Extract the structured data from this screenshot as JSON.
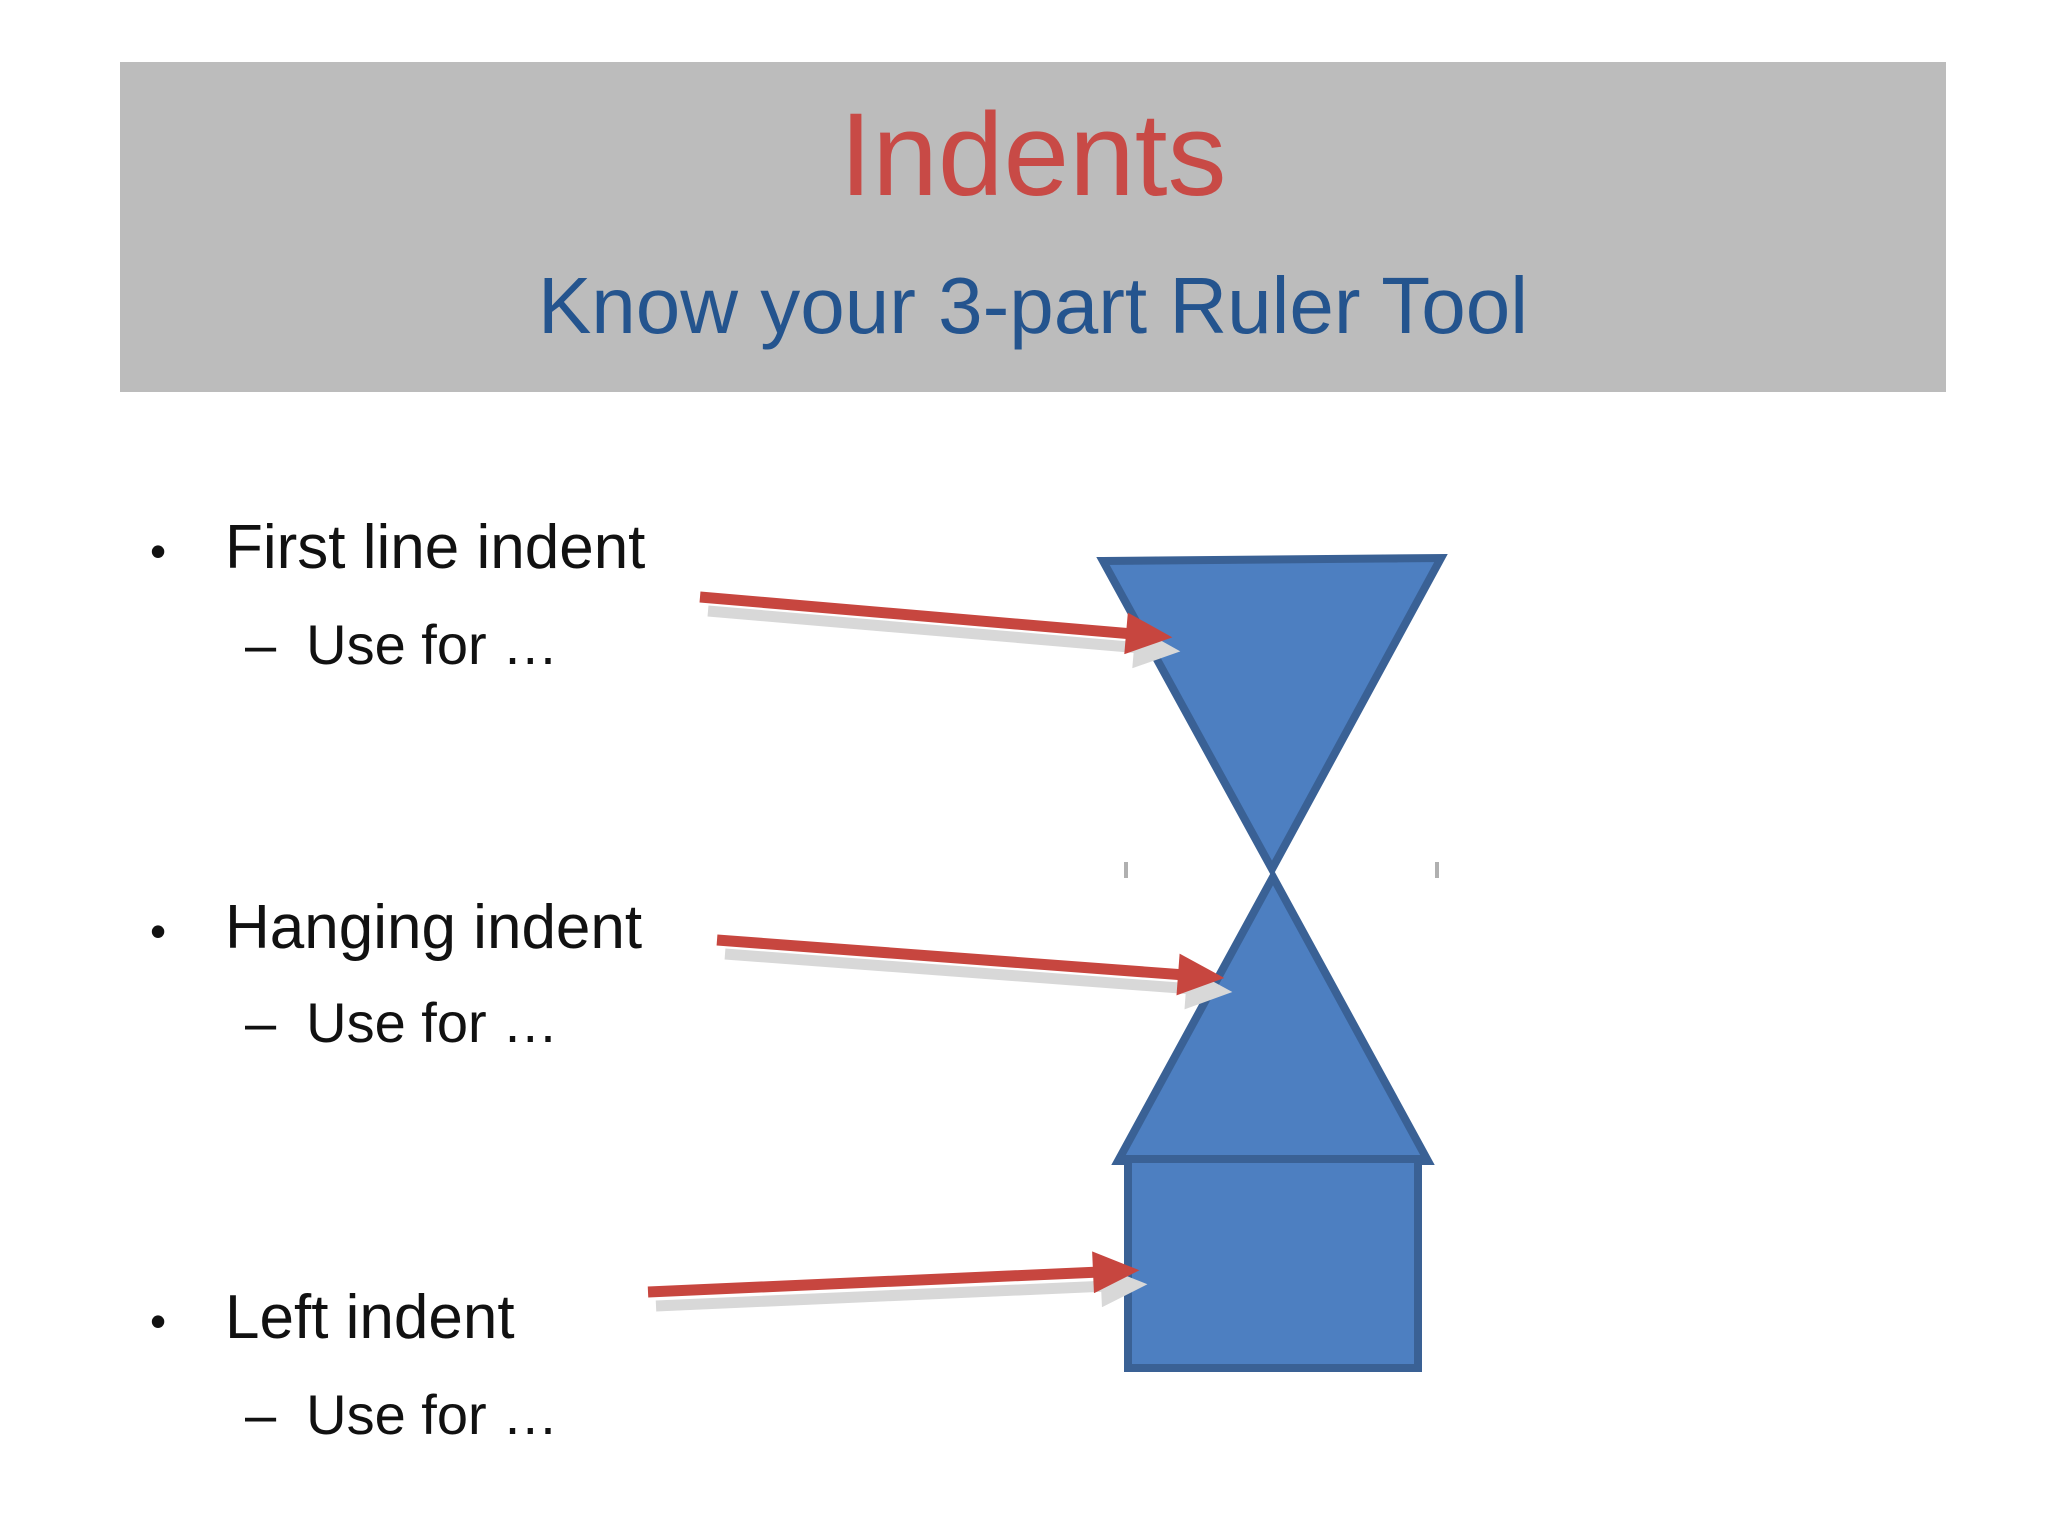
{
  "slide": {
    "title": "Indents",
    "subtitle": "Know your 3-part Ruler Tool"
  },
  "list": {
    "bullet_char": "•",
    "dash_char": "–",
    "items": [
      {
        "label": "First line indent",
        "sub": "Use for …"
      },
      {
        "label": "Hanging indent",
        "sub": "Use for …"
      },
      {
        "label": "Left indent",
        "sub": "Use for …"
      }
    ]
  },
  "diagram": {
    "markers": [
      {
        "name": "first-line-indent-marker",
        "shape": "triangle-down"
      },
      {
        "name": "hanging-indent-marker",
        "shape": "triangle-up"
      },
      {
        "name": "left-indent-marker",
        "shape": "rectangle"
      }
    ],
    "arrow_count": 3
  },
  "colors": {
    "title_red": "#c84a46",
    "subtitle_blue": "#24548e",
    "header_band_gray": "#bcbcbc",
    "marker_fill": "#4d7fc1",
    "marker_stroke": "#3a6195",
    "arrow_red": "#c7463f",
    "arrow_shadow": "#d8d8d8",
    "tick_gray": "#b0b0b0",
    "text_black": "#111111"
  }
}
